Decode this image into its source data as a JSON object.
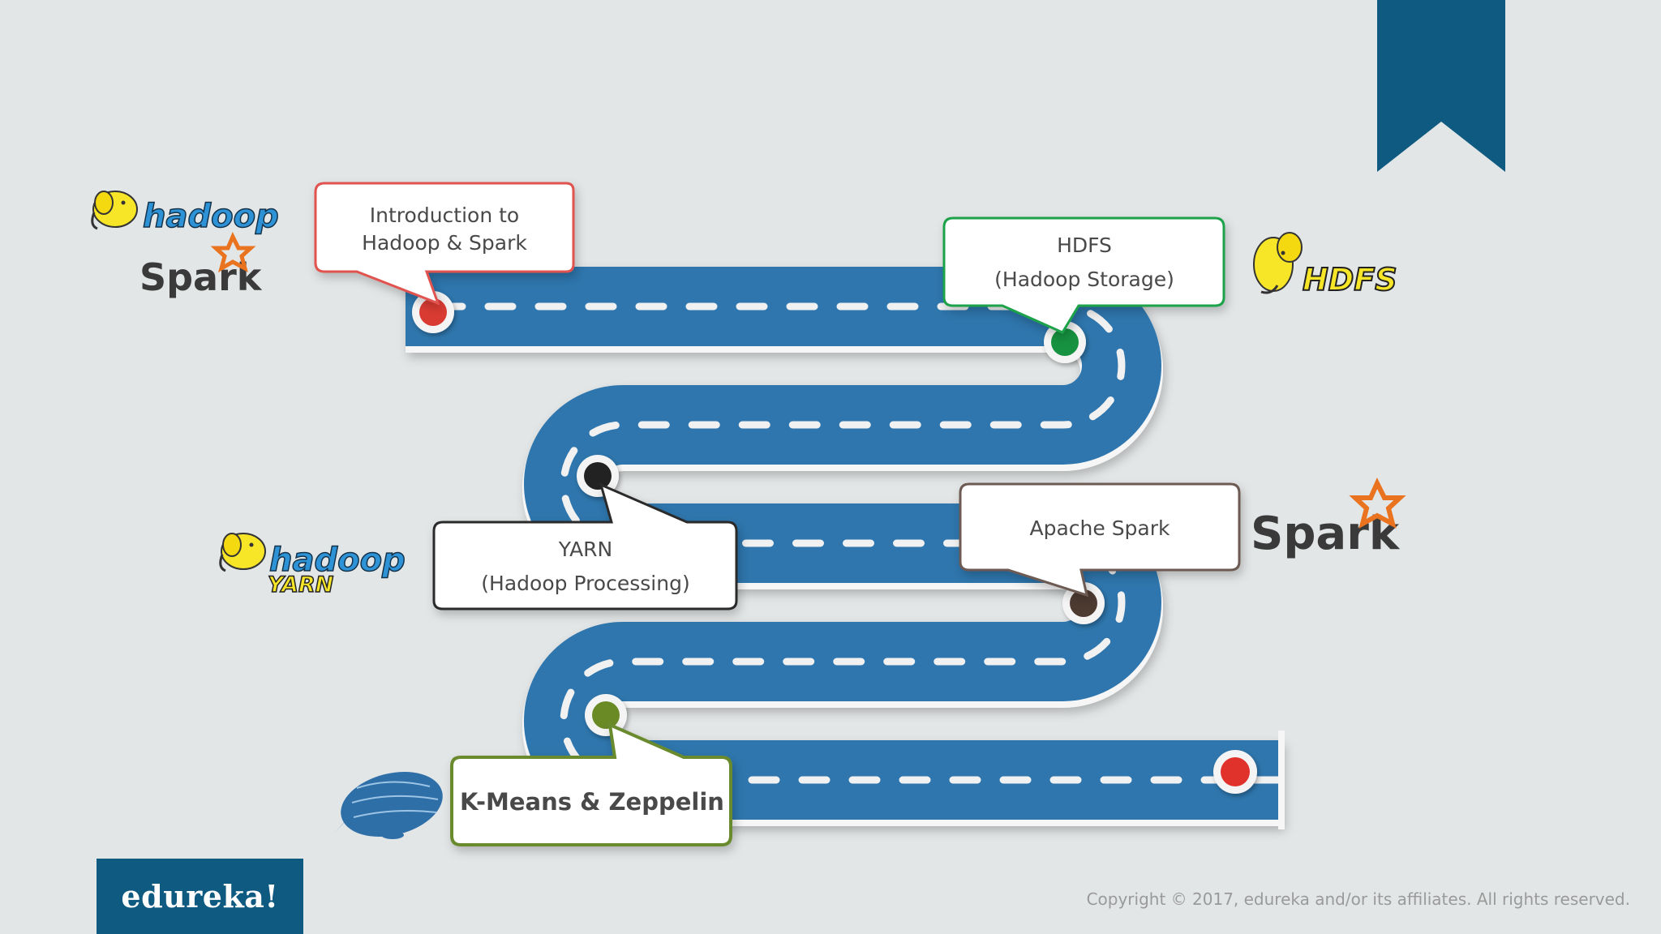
{
  "milestones": [
    {
      "id": "intro",
      "title": "Introduction to",
      "subtitle": "Hadoop & Spark",
      "border_color": "#e0524f",
      "marker_color": "#d93a32"
    },
    {
      "id": "hdfs",
      "title": "HDFS",
      "subtitle": "(Hadoop Storage)",
      "border_color": "#1fa24a",
      "marker_color": "#17923f"
    },
    {
      "id": "yarn",
      "title": "YARN",
      "subtitle": "(Hadoop Processing)",
      "border_color": "#2c2c2c",
      "marker_color": "#222222"
    },
    {
      "id": "spark",
      "title": "Apache Spark",
      "subtitle": "",
      "border_color": "#6d5a52",
      "marker_color": "#4e3b33"
    },
    {
      "id": "kmeans",
      "title": "K-Means & Zeppelin",
      "subtitle": "",
      "border_color": "#6b8a2e",
      "marker_color": "#6a8a26"
    }
  ],
  "logos": {
    "hadoop_top": "hadoop",
    "spark_top": "Spark",
    "hdfs": "HDFS",
    "hadoop_yarn_main": "hadoop",
    "hadoop_yarn_sub": "YARN",
    "spark_right": "Spark"
  },
  "end_marker_color": "#e0302c",
  "road_color": "#2f76ad",
  "ribbon_color": "#0e5a80",
  "brand": "edureka!",
  "copyright": "Copyright © 2017, edureka and/or its affiliates. All rights reserved."
}
